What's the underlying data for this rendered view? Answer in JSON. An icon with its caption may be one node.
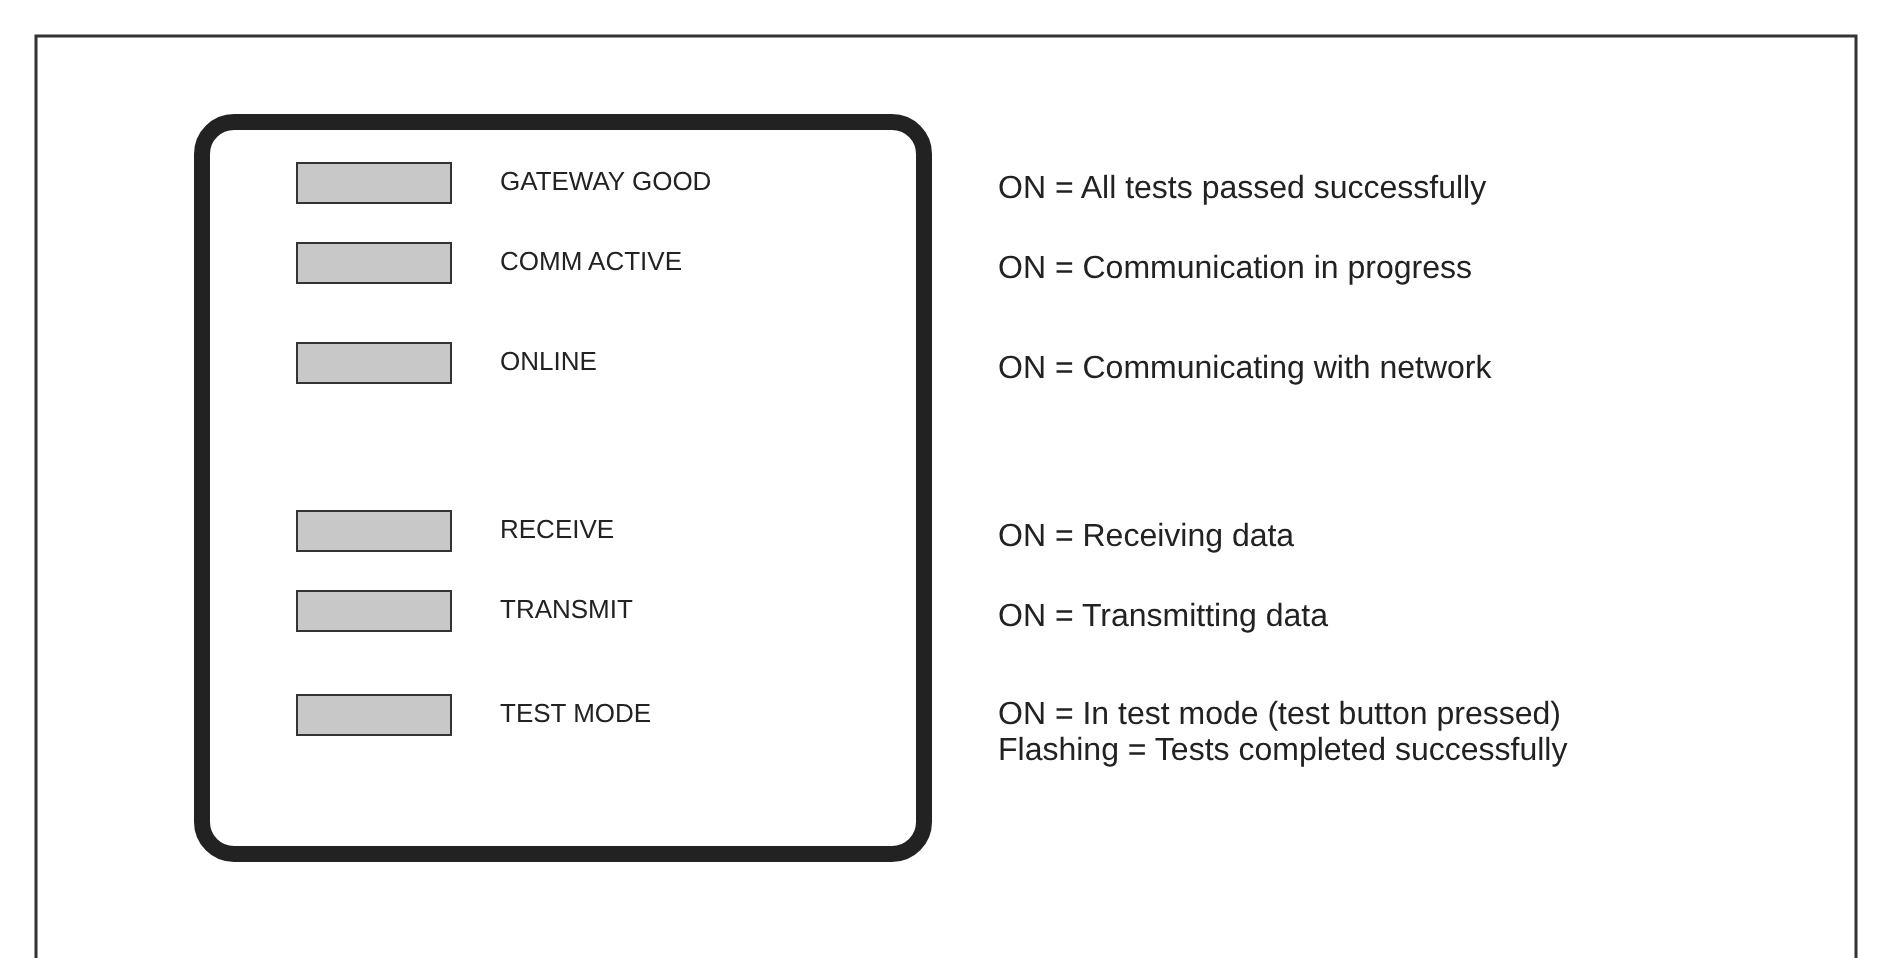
{
  "diagram": {
    "nodes": [
      {
        "text": [],
        "shape": "box"
      },
      {
        "text": [],
        "shape": "bar",
        "in": 0,
        "beside": [
          "GATEWAY GOOD"
        ]
      },
      {
        "text": [],
        "shape": "bar",
        "in": 0,
        "beside": [
          "COMM ACTIVE"
        ]
      },
      {
        "text": [],
        "shape": "bar",
        "in": 0,
        "beside": [
          "ONLINE"
        ]
      },
      {
        "text": [],
        "shape": "bar",
        "in": 0,
        "beside": [
          "RECEIVE"
        ]
      },
      {
        "text": [],
        "shape": "bar",
        "in": 0,
        "beside": [
          "TRANSMIT"
        ]
      },
      {
        "text": [],
        "shape": "bar",
        "in": 0,
        "beside": [
          "TEST MODE"
        ]
      }
    ],
    "labels": [
      "ON = All tests passed successfully",
      "ON = Communication in progress",
      "ON = Communicating with network",
      "ON = Receiving data",
      "ON = Transmitting data",
      "ON = In test mode (test button pressed)",
      "Flashing = Tests completed successfully"
    ]
  }
}
